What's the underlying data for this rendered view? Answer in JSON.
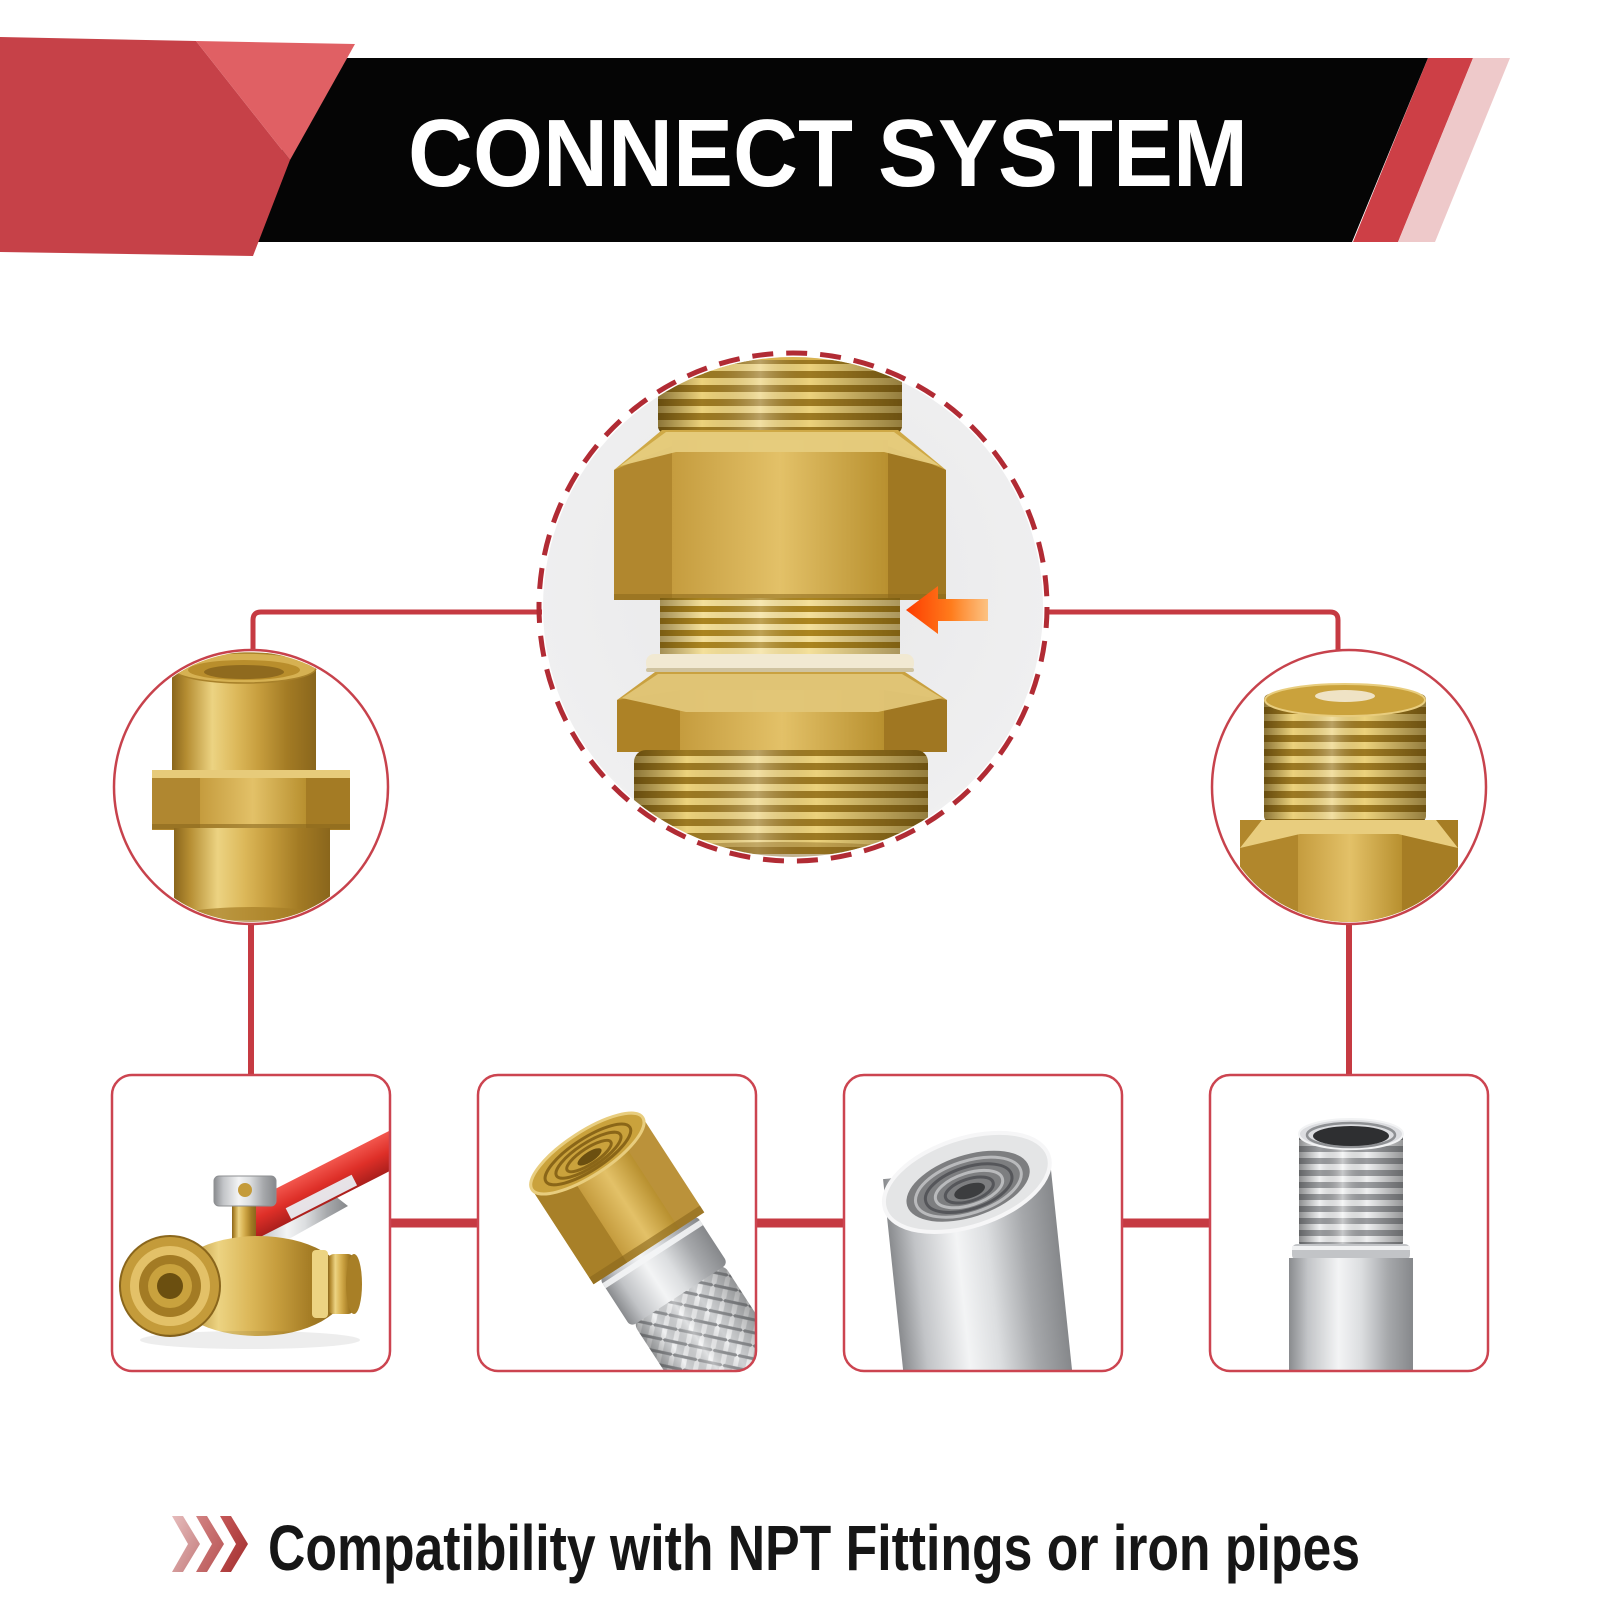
{
  "header": {
    "title": "CONNECT SYSTEM",
    "banner_bg": "#050505",
    "title_color": "#ffffff",
    "accent_dark_red": "#c64148",
    "accent_light_red": "#e06064",
    "stripe_red": "#cd3f46",
    "stripe_pink": "#eec9ca"
  },
  "diagram": {
    "connector_color": "#c63a42",
    "dashed_circle_color": "#b12b34",
    "photo_bg_color": "#ececec",
    "arrow_icon": "left-arrow-icon",
    "arrow_color_head": "#fd3c00",
    "arrow_color_tail": "#ffba6e",
    "center_photo": "brass-compression-union-closeup-photo",
    "left_node_photo": "brass-female-coupling-photo",
    "right_node_photo": "brass-male-adapter-photo"
  },
  "products": {
    "square1_photo": "brass-ball-valve-with-red-handle-photo",
    "square2_photo": "braided-hose-with-brass-nut-photo",
    "square3_photo": "stainless-steel-female-pipe-photo",
    "square4_photo": "stainless-steel-threaded-nipple-photo",
    "square_border_color": "#cc4450",
    "brass_color": "#d9b452",
    "steel_color": "#d9dadc"
  },
  "caption": {
    "text": "Compatibility with NPT Fittings or iron pipes",
    "color": "#161616",
    "chevrons_icon": "triple-chevron-right-icon",
    "chevron_colors": [
      "#e2aeae",
      "#d28282",
      "#c55858"
    ]
  }
}
